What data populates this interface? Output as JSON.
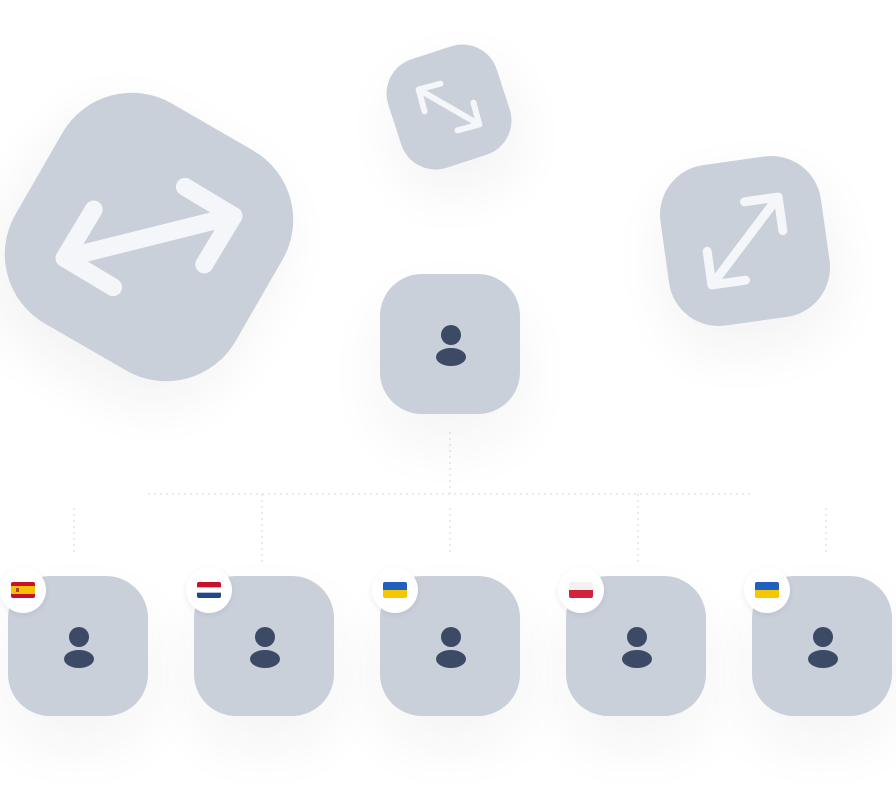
{
  "diagram": {
    "colors": {
      "tile": "#c9d0da",
      "person": "#3c4a66",
      "arrow": "#f4f6f9",
      "connector": "#dfe3ea",
      "badge": "#ffffff"
    },
    "decorative_tiles": [
      {
        "name": "large-resize-tile",
        "icon": "horizontal-resize-arrow-icon"
      },
      {
        "name": "small-resize-tile",
        "icon": "diagonal-resize-arrow-icon"
      },
      {
        "name": "medium-resize-tile",
        "icon": "diagonal-resize-arrow-icon"
      }
    ],
    "root": {
      "name": "root-user-node",
      "icon": "user-icon"
    },
    "children": [
      {
        "name": "user-node-spain",
        "flag": "spain-flag-icon",
        "icon": "user-icon"
      },
      {
        "name": "user-node-netherlands",
        "flag": "netherlands-flag-icon",
        "icon": "user-icon"
      },
      {
        "name": "user-node-ukraine",
        "flag": "ukraine-flag-icon",
        "icon": "user-icon"
      },
      {
        "name": "user-node-poland",
        "flag": "poland-flag-icon",
        "icon": "user-icon"
      },
      {
        "name": "user-node-ukraine-2",
        "flag": "ukraine-flag-icon",
        "icon": "user-icon"
      }
    ]
  }
}
